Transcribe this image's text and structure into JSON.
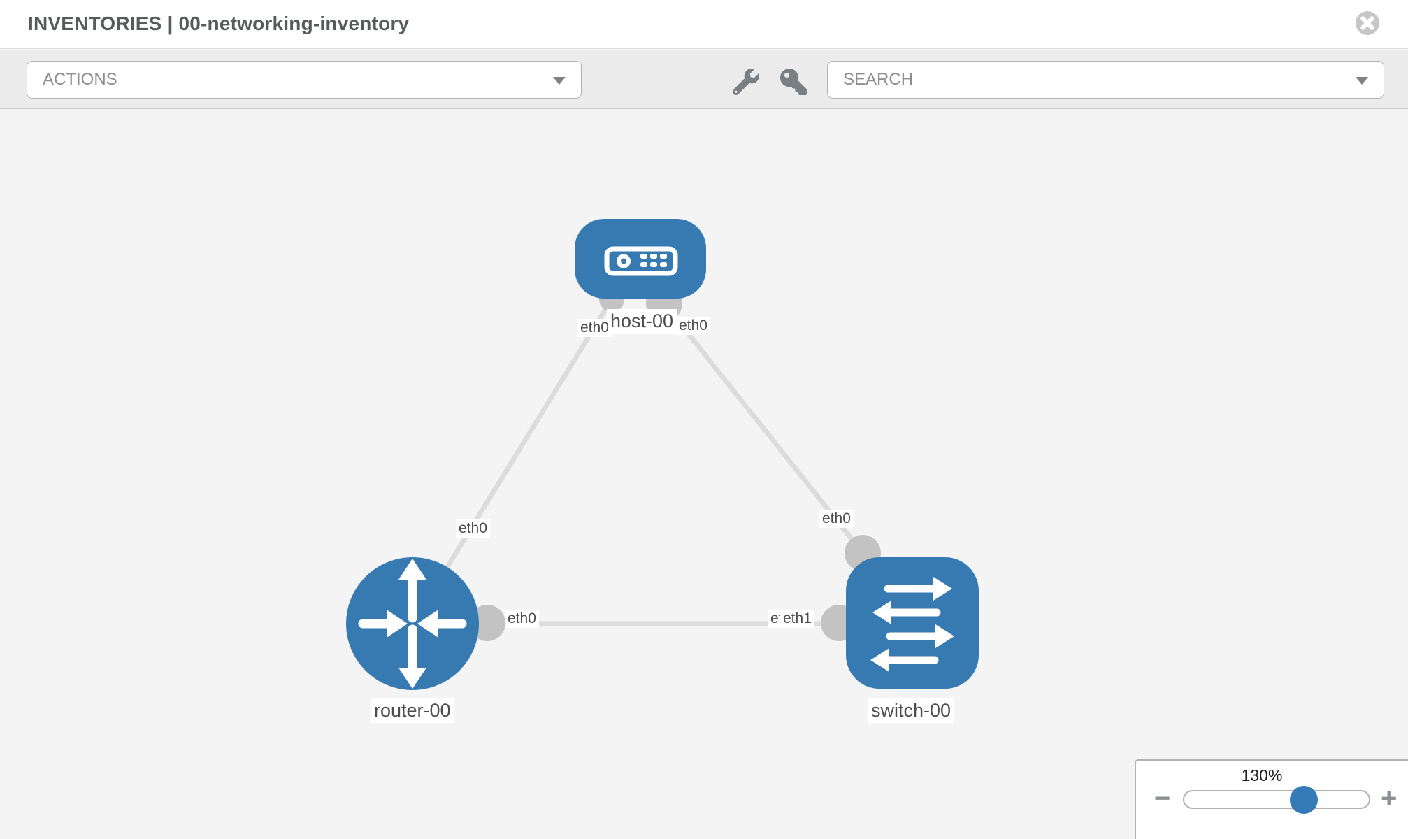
{
  "header": {
    "title": "INVENTORIES | 00-networking-inventory"
  },
  "toolbar": {
    "actions_label": "ACTIONS",
    "search_label": "SEARCH"
  },
  "icons": {
    "close": "x-circle-icon",
    "actions_caret": "caret-down-icon",
    "search_caret": "caret-down-icon",
    "wrench": "wrench-icon",
    "key": "key-icon",
    "zoom_out": "minus-icon",
    "zoom_in": "plus-icon"
  },
  "topology": {
    "nodes": [
      {
        "name": "host-00",
        "type": "host"
      },
      {
        "name": "router-00",
        "type": "router"
      },
      {
        "name": "switch-00",
        "type": "switch"
      }
    ],
    "links": [
      {
        "from": "host-00",
        "from_interface": "eth0",
        "to": "router-00",
        "to_interface": "eth0"
      },
      {
        "from": "host-00",
        "from_interface": "eth0",
        "to": "switch-00",
        "to_interface": "eth0"
      },
      {
        "from": "router-00",
        "from_interface": "eth0",
        "to": "switch-00",
        "to_interface": "eth1",
        "to_interface_overlapped": "eth0"
      }
    ]
  },
  "zoom_control": {
    "level": "130%",
    "zoom_out_label": "−",
    "zoom_in_label": "+"
  },
  "colors": {
    "node_fill": "#377ab2",
    "link": "#dcdcdc",
    "connector": "#c3c3c3",
    "slider_thumb": "#337ab7",
    "toolbar_bg": "#ebebeb",
    "canvas_bg": "#f4f4f4",
    "icon_gray": "#7a7f83"
  }
}
